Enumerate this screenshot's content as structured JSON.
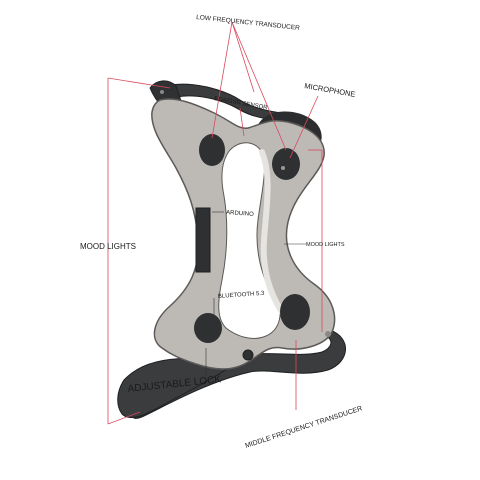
{
  "colors": {
    "accent_line": "#d94a5e",
    "frame_fill": "#bdbab6",
    "frame_stroke": "#5c5a58",
    "band": "#3a3c3d",
    "band_edge": "#1f2021",
    "pad": "#2e3031"
  },
  "labels": {
    "low_frequency_transducer": "LOW FREQUENCY TRANSDUCER",
    "eda_gsr_sensor": "EDA/GSR SENSOR",
    "microphone": "MICROPHONE",
    "arduino": "ARDUINO",
    "mood_lights_left": "MOOD LIGHTS",
    "mood_lights_right": "MOOD LIGHTS",
    "bluetooth": "BLUETOOTH 5.3",
    "adjustable_lock": "ADJUSTABLE LOCK",
    "middle_frequency_transducer": "MIDDLE FREQUENCY TRANSDUCER"
  }
}
